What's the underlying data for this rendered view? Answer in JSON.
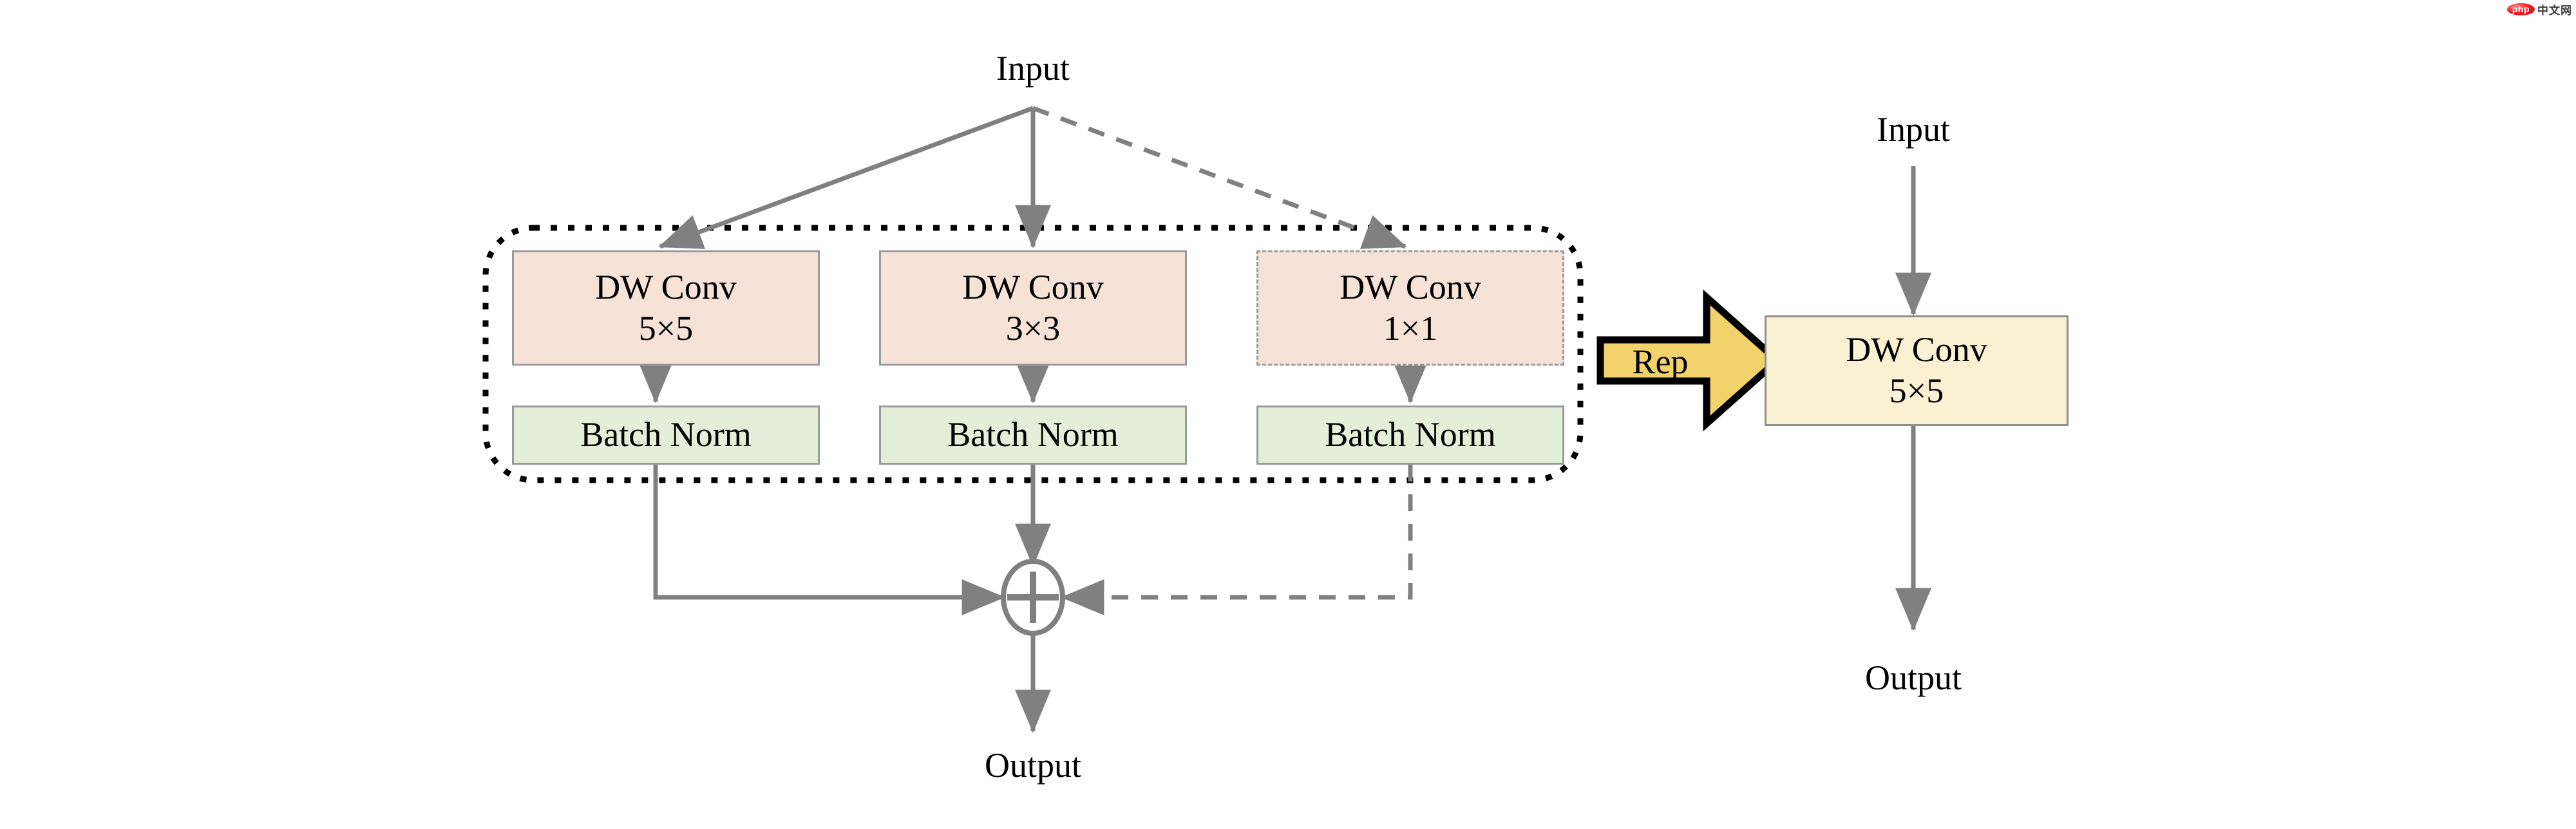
{
  "diagram": {
    "title": "Re-parameterizable depthwise convolution block",
    "colors": {
      "conv_fill": "#F6E2D7",
      "bn_fill": "#E4EFD9",
      "merged_fill": "#FAF0D2",
      "rep_arrow_fill": "#F2D26B",
      "edge_gray": "#808080",
      "box_border": "#9a9a9a",
      "dotted_group": "#000000"
    },
    "left_panel": {
      "input_label": "Input",
      "output_label": "Output",
      "group_label": "training-time-block",
      "branches": [
        {
          "id": "branch-5x5",
          "conv": {
            "line1": "DW Conv",
            "line2": "5×5",
            "style": "solid"
          },
          "norm": {
            "label": "Batch Norm",
            "style": "solid"
          },
          "edge_style": "solid"
        },
        {
          "id": "branch-3x3",
          "conv": {
            "line1": "DW Conv",
            "line2": "3×3",
            "style": "solid"
          },
          "norm": {
            "label": "Batch Norm",
            "style": "solid"
          },
          "edge_style": "solid"
        },
        {
          "id": "branch-1x1",
          "conv": {
            "line1": "DW Conv",
            "line2": "1×1",
            "style": "dashed"
          },
          "norm": {
            "label": "Batch Norm",
            "style": "solid"
          },
          "edge_style": "dashed"
        }
      ],
      "merge_node": {
        "symbol": "+",
        "name": "element-wise-add"
      }
    },
    "rep_arrow": {
      "label": "Rep"
    },
    "right_panel": {
      "input_label": "Input",
      "output_label": "Output",
      "merged": {
        "line1": "DW Conv",
        "line2": "5×5"
      }
    },
    "watermark": {
      "badge": "php",
      "text": "中文网"
    }
  }
}
